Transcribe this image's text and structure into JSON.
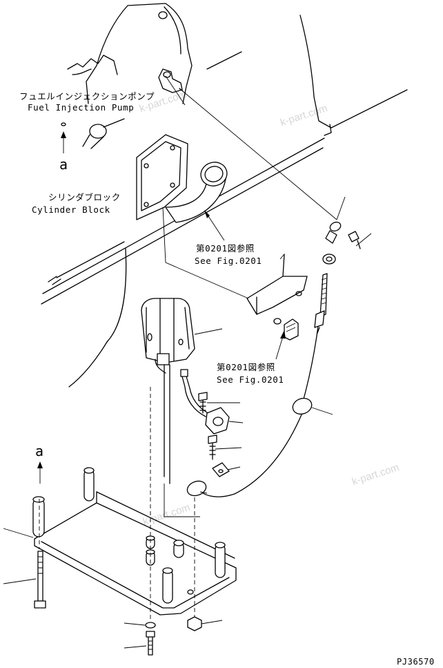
{
  "labels": {
    "fuel_pump_jp": "フュエルインジェクションポンプ",
    "fuel_pump_en": "Fuel Injection Pump",
    "cylinder_block_jp": "シリンダブロック",
    "cylinder_block_en": "Cylinder Block",
    "ref1_jp": "第0201図参照",
    "ref1_en": "See Fig.0201",
    "ref2_jp": "第0201図参照",
    "ref2_en": "See Fig.0201",
    "view_a_top": "a",
    "view_a_bottom": "a",
    "drawing_number": "PJ36570"
  },
  "watermarks": [
    "k-part.com",
    "k-part.com",
    "k-part.com",
    "k-part.com"
  ]
}
